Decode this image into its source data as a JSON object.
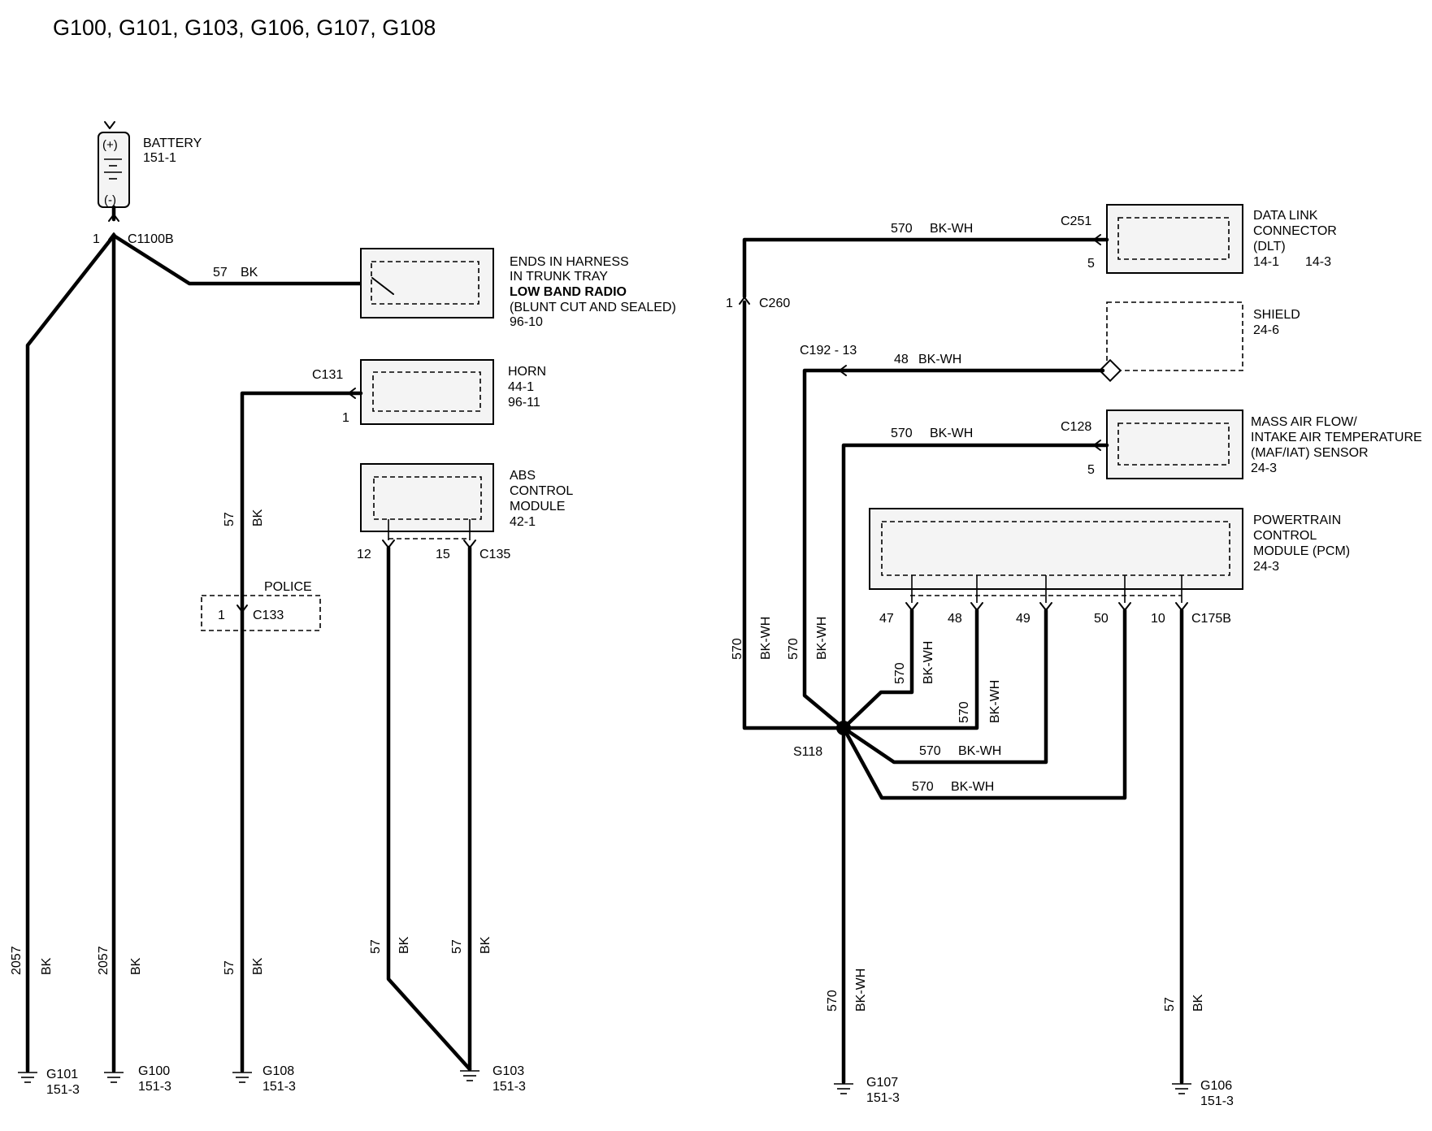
{
  "title": "G100, G101, G103, G106, G107, G108",
  "battery": {
    "label": "BATTERY",
    "ref": "151-1",
    "plus": "(+)",
    "minus": "(-)"
  },
  "c1100b": {
    "name": "C1100B",
    "pin": "1"
  },
  "radio": {
    "lines": [
      "ENDS IN HARNESS",
      "IN TRUNK TRAY",
      "LOW BAND RADIO",
      "(BLUNT CUT AND SEALED)",
      "96-10"
    ],
    "wire": {
      "circuit": "57",
      "color": "BK"
    }
  },
  "horn": {
    "name": "HORN",
    "refs": [
      "44-1",
      "96-11"
    ],
    "connector": "C131",
    "pin": "1"
  },
  "abs": {
    "lines": [
      "ABS",
      "CONTROL",
      "MODULE",
      "42-1"
    ],
    "connector": "C135",
    "pin_a": "12",
    "pin_b": "15"
  },
  "police": {
    "label": "POLICE",
    "connector": "C133",
    "pin": "1"
  },
  "dlc": {
    "lines": [
      "DATA LINK",
      "CONNECTOR",
      "(DLT)"
    ],
    "ref_a": "14-1",
    "ref_b": "14-3",
    "connector": "C251",
    "pin": "5"
  },
  "shield": {
    "name": "SHIELD",
    "ref": "24-6"
  },
  "c192": {
    "label": "C192  -  13"
  },
  "maf": {
    "lines": [
      "MASS AIR FLOW/",
      "INTAKE AIR TEMPERATURE",
      "(MAF/IAT) SENSOR",
      "24-3"
    ],
    "connector": "C128",
    "pin": "5"
  },
  "pcm": {
    "lines": [
      "POWERTRAIN",
      "CONTROL",
      "MODULE (PCM)",
      "24-3"
    ],
    "connector": "C175B",
    "pins": [
      "47",
      "48",
      "49",
      "50",
      "10"
    ]
  },
  "c260": {
    "name": "C260",
    "pin": "1"
  },
  "splice": {
    "name": "S118"
  },
  "wires": {
    "w2057": "2057",
    "w57": "57",
    "w570": "570",
    "w48": "48",
    "bk": "BK",
    "bkwh": "BK-WH"
  },
  "grounds": [
    {
      "name": "G101",
      "ref": "151-3"
    },
    {
      "name": "G100",
      "ref": "151-3"
    },
    {
      "name": "G108",
      "ref": "151-3"
    },
    {
      "name": "G103",
      "ref": "151-3"
    },
    {
      "name": "G107",
      "ref": "151-3"
    },
    {
      "name": "G106",
      "ref": "151-3"
    }
  ]
}
